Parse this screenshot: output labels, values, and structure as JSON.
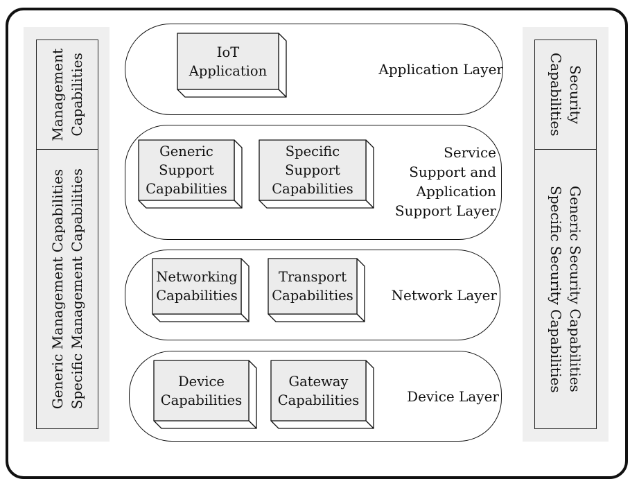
{
  "left_column": {
    "top_label": [
      "Management",
      "Capabilities"
    ],
    "bottom_label": [
      "Generic Management Capabilities",
      "Specific Management Capabilities"
    ]
  },
  "right_column": {
    "top_label": [
      "Security",
      "Capabilities"
    ],
    "bottom_label": [
      "Generic Security Capabilities",
      "Specific Security Capabilities"
    ]
  },
  "layers": {
    "application": {
      "label": [
        "Application Layer"
      ],
      "boxes": [
        [
          "IoT",
          "Application"
        ]
      ]
    },
    "service_support": {
      "label": [
        "Service",
        "Support and",
        "Application",
        "Support Layer"
      ],
      "boxes": [
        [
          "Generic",
          "Support",
          "Capabilities"
        ],
        [
          "Specific",
          "Support",
          "Capabilities"
        ]
      ]
    },
    "network": {
      "label": [
        "Network Layer"
      ],
      "boxes": [
        [
          "Networking",
          "Capabilities"
        ],
        [
          "Transport",
          "Capabilities"
        ]
      ]
    },
    "device": {
      "label": [
        "Device Layer"
      ],
      "boxes": [
        [
          "Device",
          "Capabilities"
        ],
        [
          "Gateway",
          "Capabilities"
        ]
      ]
    }
  },
  "colors": {
    "border": "#111111",
    "box_face": "#ececec",
    "column_fill": "#ededed"
  }
}
